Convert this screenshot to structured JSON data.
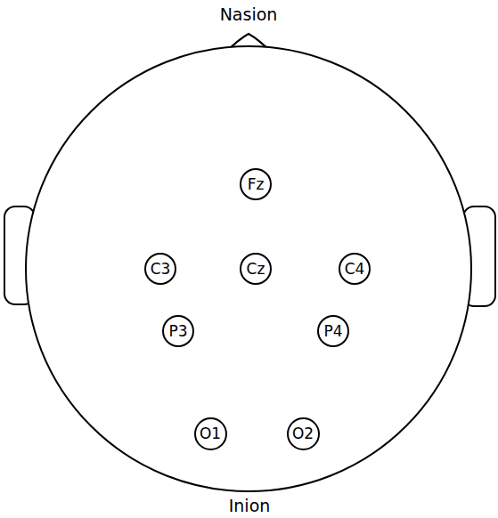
{
  "diagram": {
    "nodes": [
      {
        "text": [
          "Fz"
        ]
      },
      {
        "text": [
          "C3"
        ]
      },
      {
        "text": [
          "Cz"
        ]
      },
      {
        "text": [
          "C4"
        ]
      },
      {
        "text": [
          "P3"
        ]
      },
      {
        "text": [
          "P4"
        ]
      },
      {
        "text": [
          "O1"
        ]
      },
      {
        "text": [
          "O2"
        ]
      }
    ],
    "labels": [
      "Nasion",
      "Inion"
    ]
  }
}
